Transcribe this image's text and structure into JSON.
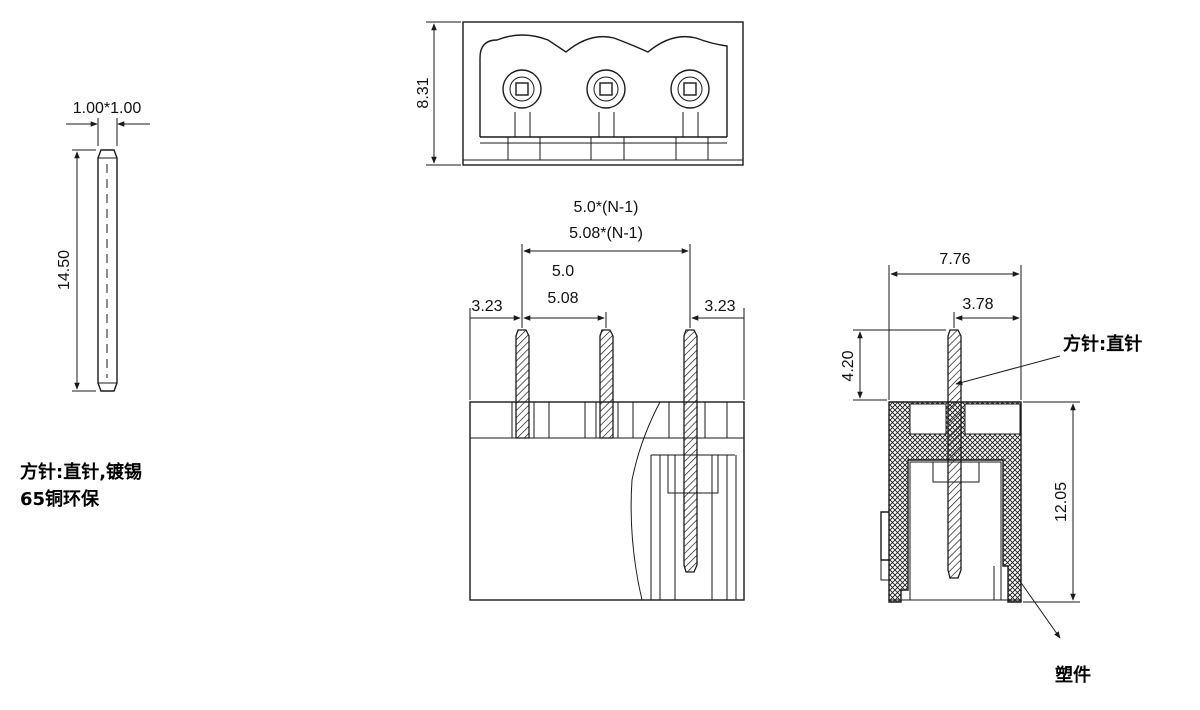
{
  "title_note": {
    "line1": "方针:直针,镀锡",
    "line2": "65铜环保"
  },
  "labels": {
    "pin_type": "方针:直针",
    "plastic": "塑件"
  },
  "dimensions": {
    "pin_width": "1.00*1.00",
    "pin_length": "14.50",
    "top_height": "8.31",
    "pitch_total_a": "5.0*(N-1)",
    "pitch_total_b": "5.08*(N-1)",
    "pitch_a": "5.0",
    "pitch_b": "5.08",
    "left_margin": "3.23",
    "right_margin": "3.23",
    "side_width": "7.76",
    "side_pin_offset": "3.78",
    "side_pin_height": "4.20",
    "side_body_height": "12.05"
  },
  "colors": {
    "line": "#1a1a1a",
    "hatch": "#1a1a1a"
  }
}
